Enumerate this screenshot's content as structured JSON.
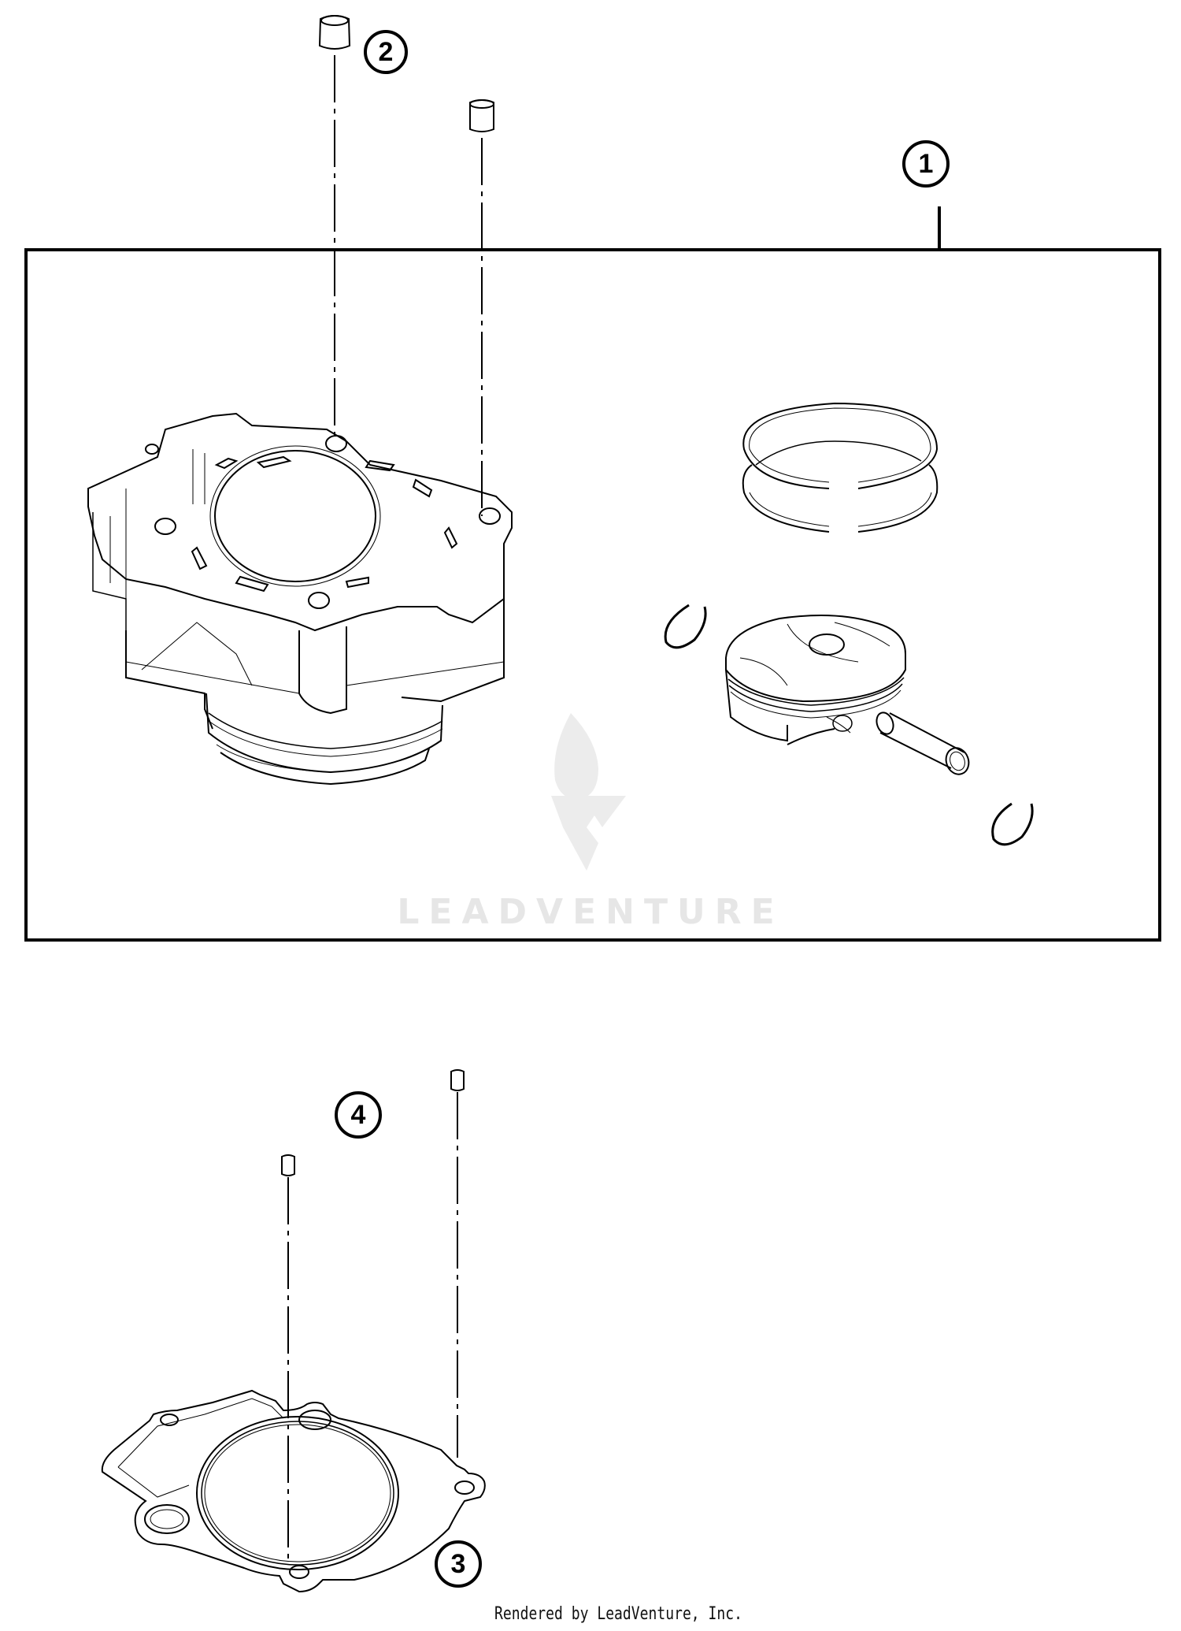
{
  "diagram": {
    "title": "Cylinder exploded view",
    "callouts": [
      {
        "number": "1",
        "label": "Cylinder kit (cylinder, piston, rings, pin, circlips)"
      },
      {
        "number": "2",
        "label": "Dowel sleeve"
      },
      {
        "number": "3",
        "label": "Cylinder base gasket"
      },
      {
        "number": "4",
        "label": "Dowel pin"
      }
    ],
    "parts": [
      "cylinder",
      "piston-ring-top",
      "piston-ring-second",
      "piston",
      "piston-pin",
      "circlip-left",
      "circlip-right",
      "dowel-sleeve-left",
      "dowel-sleeve-right",
      "dowel-pin-left",
      "dowel-pin-right",
      "base-gasket"
    ]
  },
  "watermark": {
    "text": "LEADVENTURE",
    "color": "#e6e6e6"
  },
  "footer": {
    "text": "Rendered by LeadVenture, Inc."
  },
  "colors": {
    "line": "#000000",
    "background": "#ffffff"
  }
}
